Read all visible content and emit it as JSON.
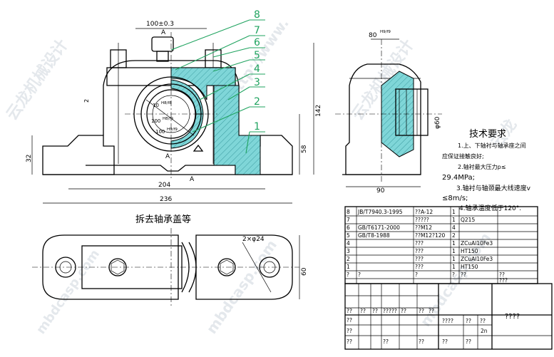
{
  "labels": {
    "views_title": "拆去轴承盖等",
    "tech_title": "技术要求",
    "tech_lines": [
      "1.上、下轴衬与轴承座之间",
      "应保证接触良好;",
      "2.轴衬最大压力p≤",
      "29.4MPa;",
      "3.轴衬与轴颈最大线速度v",
      "≤8m/s;",
      "4.轴承温度低于120°."
    ],
    "dims": {
      "d100": "100±0.3",
      "d80": "80",
      "d80_fit": "H9/f9",
      "d142": "142",
      "d204": "204",
      "d236": "236",
      "d58": "58",
      "d90": "90",
      "d32": "32",
      "d2": "2",
      "d60": "60",
      "d60b": "φ60",
      "d24": "2×φ24",
      "bore1": "10",
      "bore1_fit": "H8/f8",
      "bore2": "100",
      "bore2_fit": "H8/f9",
      "bore3": "100",
      "bore3_fit": "H9/f9",
      "mark_a1": "A",
      "mark_a2": "A",
      "mark_a3": "A"
    },
    "balloons": [
      "8",
      "7",
      "6",
      "5",
      "4",
      "3",
      "2",
      "1"
    ]
  },
  "bom": [
    {
      "no": "8",
      "code": "JB/T7940.3-1995",
      "name": "??A-12",
      "qty": "1",
      "material": "",
      "note": ""
    },
    {
      "no": "7",
      "code": "",
      "name": "?????",
      "qty": "1",
      "material": "Q215",
      "note": ""
    },
    {
      "no": "6",
      "code": "GB/T6171-2000",
      "name": "??M12",
      "qty": "4",
      "material": "",
      "note": ""
    },
    {
      "no": "5",
      "code": "GB/T8-1988",
      "name": "??M12?120",
      "qty": "2",
      "material": "",
      "note": ""
    },
    {
      "no": "4",
      "code": "",
      "name": "???",
      "qty": "1",
      "material": "ZCuAl10Fe3",
      "note": ""
    },
    {
      "no": "3",
      "code": "",
      "name": "???",
      "qty": "1",
      "material": "HT150",
      "note": ""
    },
    {
      "no": "2",
      "code": "",
      "name": "???",
      "qty": "1",
      "material": "ZCuAl10Fe3",
      "note": ""
    },
    {
      "no": "1",
      "code": "",
      "name": "???",
      "qty": "1",
      "material": "HT150",
      "note": ""
    }
  ],
  "bom_header": {
    "no": "?",
    "code": "?",
    "name": "?",
    "qty": "?",
    "material": "??",
    "note": "??"
  },
  "bom_header_sub": "???",
  "title_block": {
    "title": "????",
    "row_a": [
      "??",
      "??",
      "??",
      "?????",
      "??",
      "??",
      "??"
    ],
    "row_b": [
      "??",
      "",
      "",
      "",
      "",
      ""
    ],
    "row_c": [
      "??",
      "????",
      "??",
      "??"
    ],
    "row_d": [
      "??"
    ],
    "scale": "2n",
    "row_e": [
      "??",
      "??"
    ],
    "row_f": [
      "??",
      "",
      "",
      "",
      "??",
      "??"
    ]
  },
  "watermark": [
    "云龙机械设计",
    "mbdcasp.com",
    "http://www.",
    "云龙"
  ]
}
